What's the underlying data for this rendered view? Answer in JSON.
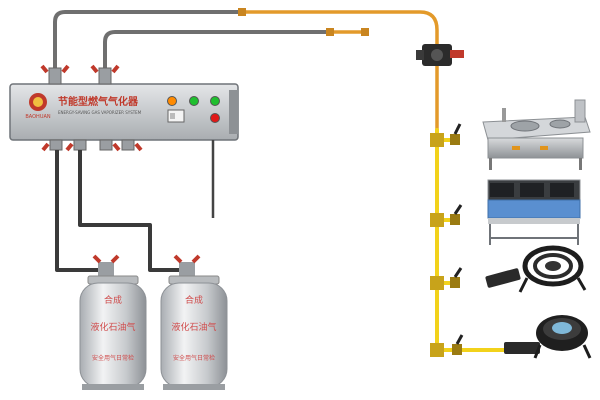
{
  "vaporizer": {
    "title": "节能型燃气气化器",
    "subtitle": "ENERGY-SAVING GAS VAPORIZER SYSTEM",
    "brand": "BAOHUAN"
  },
  "cylinders": [
    {
      "text_top": "合成",
      "text_mid": "液化石油气",
      "text_bottom": "安全用气日常检"
    },
    {
      "text_top": "合成",
      "text_mid": "液化石油气",
      "text_bottom": "安全用气日常检"
    }
  ],
  "appliances": [
    {
      "name": "wok-range-stove"
    },
    {
      "name": "multi-burner-grill"
    },
    {
      "name": "ring-burner"
    },
    {
      "name": "single-burner"
    }
  ],
  "colors": {
    "steel_pipe": "#6f6f6f",
    "gas_hose": "#e39a2a",
    "yellow_pipe": "#f2d21b",
    "valve_red": "#c0392b",
    "cylinder": "#d7d9dc",
    "panel": "#c9cdd1",
    "indicator_orange": "#ff8a00",
    "indicator_green": "#1fbf2f",
    "indicator_red": "#e01818"
  }
}
